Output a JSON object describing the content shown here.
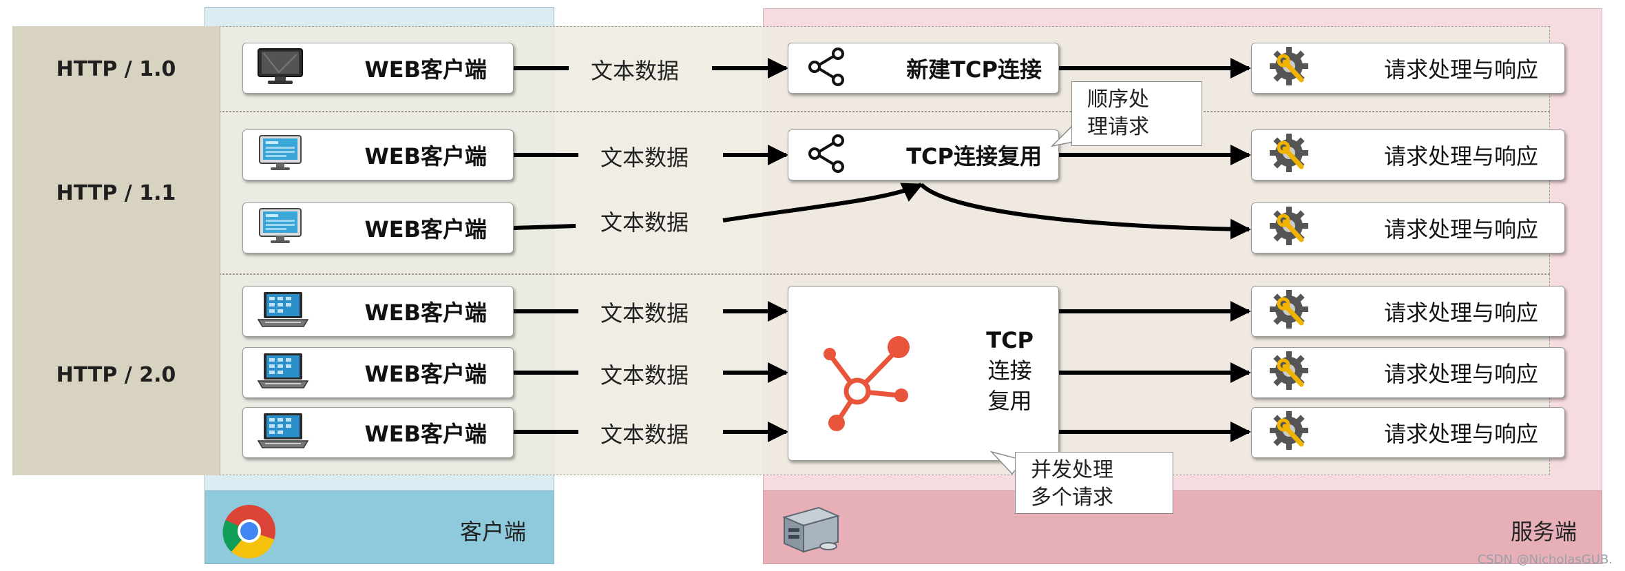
{
  "columns": {
    "client_label": "客户端",
    "server_label": "服务端"
  },
  "rows": [
    {
      "protocol": "HTTP / 1.0"
    },
    {
      "protocol": "HTTP / 1.1"
    },
    {
      "protocol": "HTTP / 2.0"
    }
  ],
  "client_cards": {
    "label": "WEB客户端",
    "count": 6
  },
  "flow_label": "文本数据",
  "connections": {
    "new_tcp": "新建TCP连接",
    "tcp_reuse": "TCP连接复用",
    "tcp_multiplex_line1": "TCP",
    "tcp_multiplex_line2": "连接",
    "tcp_multiplex_line3": "复用"
  },
  "server_cards": {
    "label": "请求处理与响应"
  },
  "callouts": {
    "sequential_line1": "顺序处",
    "sequential_line2": "理请求",
    "concurrent_line1": "并发处理",
    "concurrent_line2": "多个请求"
  },
  "watermark": "CSDN @NicholasGUB.",
  "colors": {
    "client_column": "#dcecf3",
    "client_footer": "#8ec9dc",
    "server_column": "#f6dbe0",
    "server_footer": "#e7b0b8",
    "row_band": "#eeeae0",
    "row_header": "#d8d2c0",
    "multiplex_icon": "#e8553a"
  },
  "icons": {
    "client_1_0": "monitor-icon",
    "client_1_1": "desktop-screen-icon",
    "client_2_0": "laptop-icon",
    "connection": "share-nodes-icon",
    "multiplex": "hub-nodes-icon",
    "server_card": "gear-wrench-icon",
    "client_footer": "browser-logo-icon",
    "server_footer": "server-box-icon"
  }
}
